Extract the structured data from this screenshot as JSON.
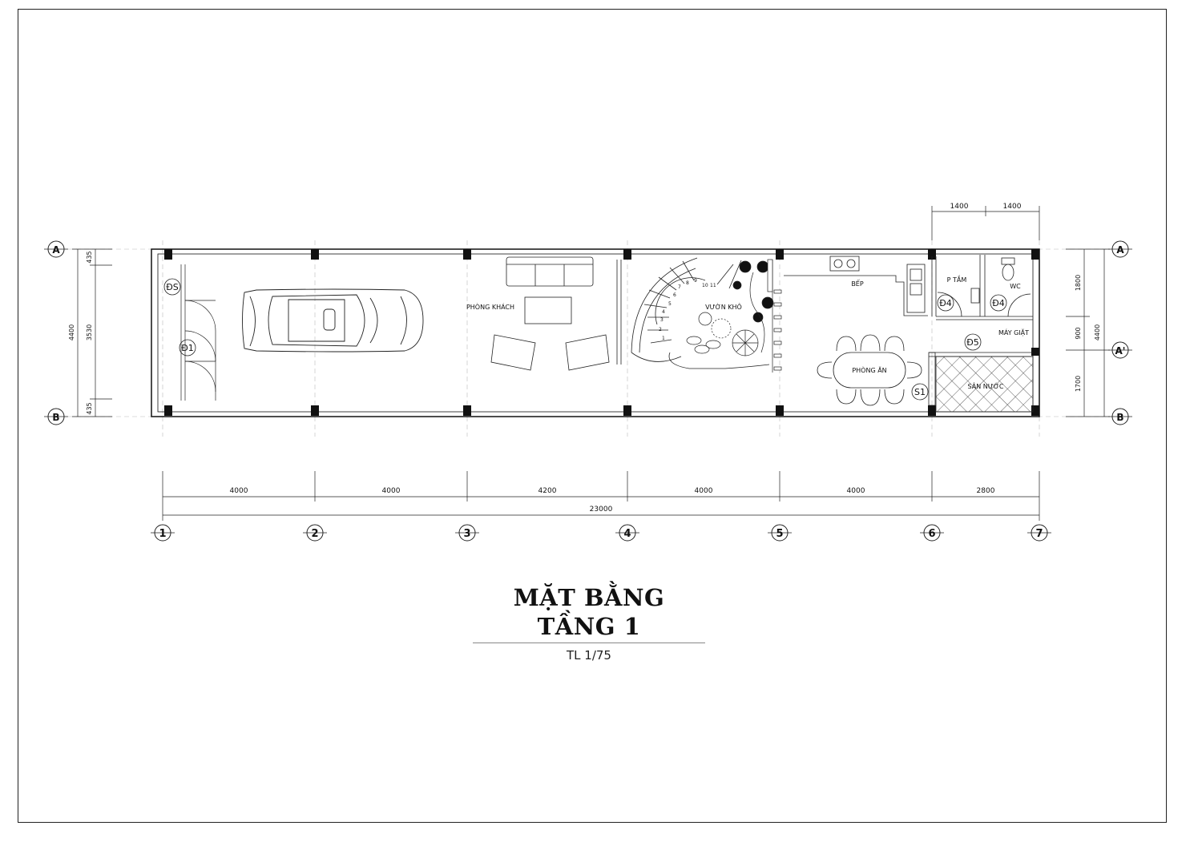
{
  "drawing": {
    "title": "MẶT BẰNG TẦNG 1",
    "scale": "TL 1/75"
  },
  "rooms": {
    "living": "PHÒNG KHÁCH",
    "garden": "VƯỜN KHÔ",
    "kitchen": "BẾP",
    "bath": "P TẮM",
    "wc": "WC",
    "laundry": "MÁY GIẶT",
    "dining": "PHÒNG ĂN",
    "yard": "SÂN NƯỚC"
  },
  "door_tags": {
    "s_gate": "ĐS",
    "d1": "Đ1",
    "d4a": "Đ4",
    "d4b": "Đ4",
    "d5": "Đ5",
    "s1": "S1"
  },
  "stair_numbers": [
    "1",
    "2",
    "3",
    "4",
    "5",
    "6",
    "7",
    "8",
    "9",
    "10",
    "11"
  ],
  "grid": {
    "columns": [
      "1",
      "2",
      "3",
      "4",
      "5",
      "6",
      "7"
    ],
    "rows_left": [
      "A",
      "B"
    ],
    "rows_right": [
      "A",
      "A'",
      "B"
    ]
  },
  "dimensions": {
    "bottom_segments": [
      "4000",
      "4000",
      "4200",
      "4000",
      "4000",
      "2800"
    ],
    "bottom_total": "23000",
    "top_segments": [
      "1400",
      "1400"
    ],
    "left_outer": "4400",
    "left_inner": [
      "435",
      "3530",
      "435"
    ],
    "right_outer": "4400",
    "right_inner": [
      "1800",
      "900",
      "1700"
    ]
  }
}
